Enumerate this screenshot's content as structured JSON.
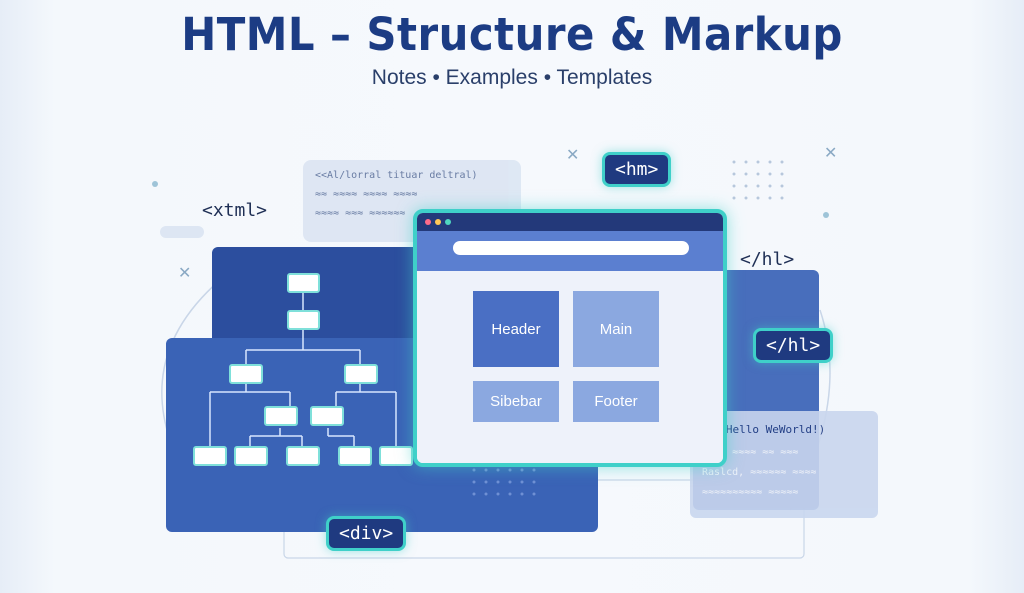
{
  "header": {
    "title": "HTML – Structure & Markup",
    "subtitle": "Notes • Examples • Templates"
  },
  "tags": {
    "xtml": "<xtml>",
    "hm": "<hm>",
    "hl_plain": "</hl>",
    "hl_chip": "</hl>",
    "div": "<div>"
  },
  "browser": {
    "blocks": {
      "header": "Header",
      "main": "Main",
      "sidebar": "Sibebar",
      "footer": "Footer"
    }
  },
  "code_snippets": {
    "top_card": [
      "<<Al/lorral tituar deltral)",
      "≈≈ ≈≈≈≈ ≈≈≈≈ ≈≈≈≈",
      "≈≈≈≈ ≈≈≈ ≈≈≈≈≈≈"
    ],
    "bottom_card": [
      "!! Hello WeWorld!)",
      "≈≈≈≈ ≈≈≈≈ ≈≈ ≈≈≈",
      "Raslcd, ≈≈≈≈≈≈ ≈≈≈≈",
      "≈≈≈≈≈≈≈≈≈≈ ≈≈≈≈≈"
    ]
  },
  "colors": {
    "title": "#1c3c84",
    "accent_teal": "#3fd0c9",
    "panel_blue": "#3a63b6",
    "panel_dark": "#2c4e9e"
  }
}
